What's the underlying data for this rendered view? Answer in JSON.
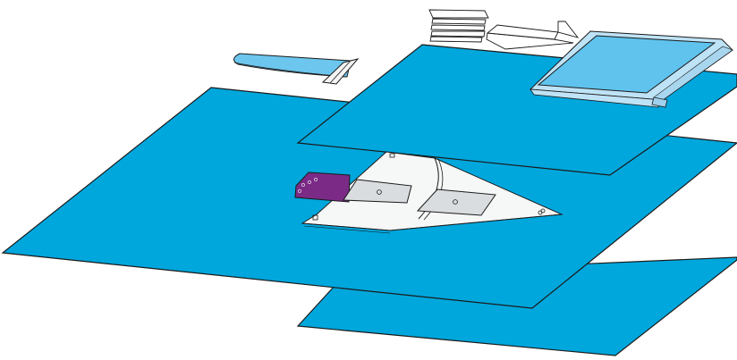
{
  "colors": {
    "drape_blue": "#00A7DD",
    "tray_blue": "#5FC3EE",
    "tray_frame": "#BFE3F6",
    "tube_blue": "#6CC6EE",
    "purple_pad": "#7B2B86",
    "insert_white": "#F6F7F7",
    "pad_gray": "#DADDE0",
    "outline": "#1A1A1A"
  },
  "components": [
    {
      "name": "bottom-drape-sheet",
      "icon": "blue-drape-sheet"
    },
    {
      "name": "large-drape-sheet",
      "icon": "blue-drape-sheet"
    },
    {
      "name": "top-drape-sheet",
      "icon": "blue-drape-sheet"
    },
    {
      "name": "instrument-tray",
      "icon": "tray"
    },
    {
      "name": "tube-holder",
      "icon": "tube"
    },
    {
      "name": "gauze-stack",
      "icon": "stack"
    },
    {
      "name": "adhesive-strip",
      "icon": "strip"
    },
    {
      "name": "fenestrated-insert",
      "icon": "insert"
    },
    {
      "name": "purple-adhesive-pad",
      "icon": "pad"
    },
    {
      "name": "gray-pad-left",
      "icon": "pad"
    },
    {
      "name": "gray-pad-right",
      "icon": "pad"
    }
  ]
}
